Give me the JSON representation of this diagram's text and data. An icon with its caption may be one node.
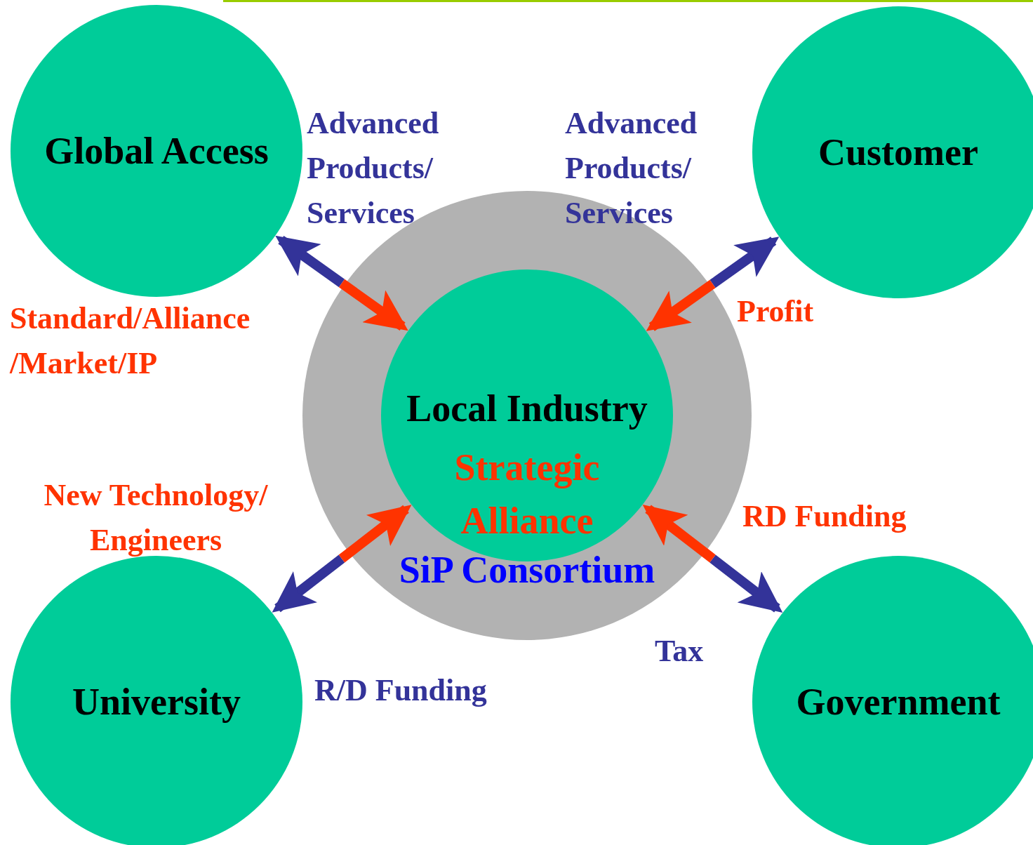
{
  "diagram": {
    "nodes": [
      {
        "text": [
          "Global Access"
        ]
      },
      {
        "text": [
          "Customer"
        ]
      },
      {
        "text": [
          "SiP Consortium"
        ]
      },
      {
        "text": [
          "Local Industry",
          "Strategic Alliance"
        ],
        "in": 2
      },
      {
        "text": [
          "University"
        ]
      },
      {
        "text": [
          "Government"
        ]
      }
    ],
    "edges": [
      {
        "from": 3,
        "to": 0,
        "arrow": "to",
        "color": "#333399"
      },
      {
        "from": 0,
        "to": 3,
        "arrow": "to",
        "color": "#ff3300"
      },
      {
        "from": 3,
        "to": 1,
        "arrow": "to",
        "color": "#333399"
      },
      {
        "from": 1,
        "to": 3,
        "arrow": "to",
        "color": "#ff3300"
      },
      {
        "from": 3,
        "to": 4,
        "arrow": "to",
        "color": "#333399"
      },
      {
        "from": 4,
        "to": 3,
        "arrow": "to",
        "color": "#ff3300"
      },
      {
        "from": 3,
        "to": 5,
        "arrow": "to",
        "color": "#333399"
      },
      {
        "from": 5,
        "to": 3,
        "arrow": "to",
        "color": "#ff3300"
      }
    ],
    "labels": [
      "Advanced Products/ Services",
      "Advanced Products/ Services",
      "Profit",
      "Standard/Alliance /Market/IP",
      "New Technology/ Engineers",
      "RD Funding",
      "Tax",
      "R/D Funding"
    ]
  }
}
